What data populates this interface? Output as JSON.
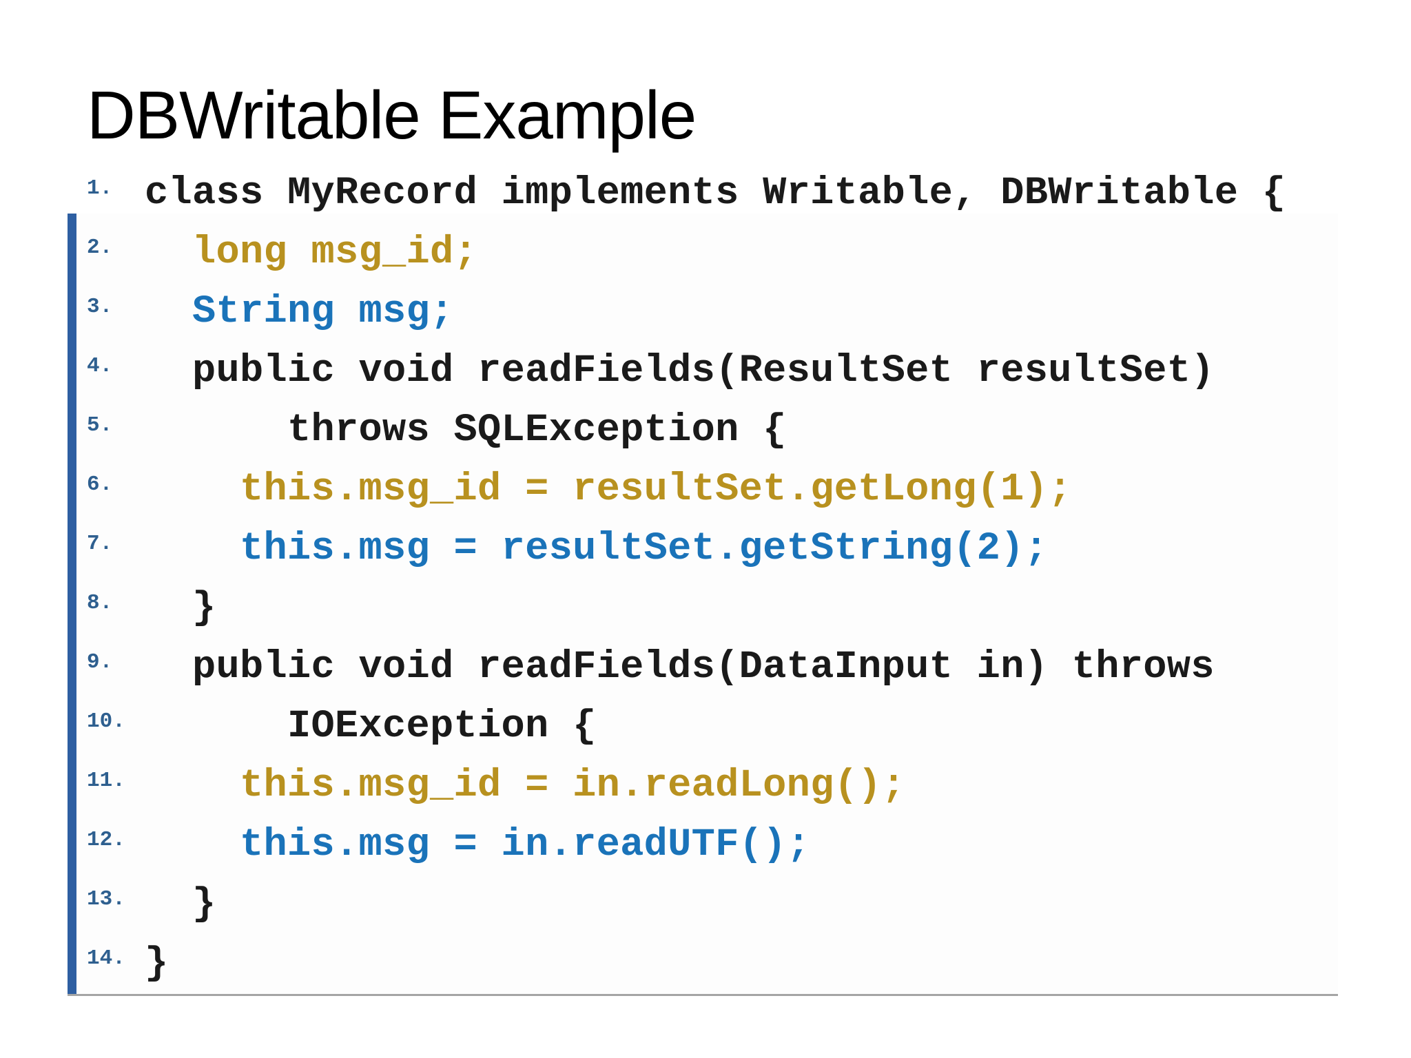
{
  "slide": {
    "title": "DBWritable Example"
  },
  "colors": {
    "default_code": "#1a1a1a",
    "long_field_highlight": "#b8911f",
    "string_field_highlight": "#1a73b9",
    "line_number": "#2e5f8f",
    "left_bar": "#2e5fa2"
  },
  "code": {
    "lines": [
      {
        "number": "1.",
        "text": "class MyRecord implements Writable, DBWritable {",
        "color": "black"
      },
      {
        "number": "2.",
        "text": "long msg_id;",
        "color": "gold"
      },
      {
        "number": "3.",
        "text": "String msg;",
        "color": "blue"
      },
      {
        "number": "4.",
        "text": "public void readFields(ResultSet resultSet)",
        "color": "black"
      },
      {
        "number": "5.",
        "text": "throws SQLException {",
        "color": "black"
      },
      {
        "number": "6.",
        "text": "this.msg_id = resultSet.getLong(1);",
        "color": "gold"
      },
      {
        "number": "7.",
        "text": "this.msg = resultSet.getString(2);",
        "color": "blue"
      },
      {
        "number": "8.",
        "text": "}",
        "color": "black"
      },
      {
        "number": "9.",
        "text": "public void readFields(DataInput in) throws",
        "color": "black"
      },
      {
        "number": "10.",
        "text": "IOException {",
        "color": "black"
      },
      {
        "number": "11.",
        "text": "this.msg_id = in.readLong();",
        "color": "gold"
      },
      {
        "number": "12.",
        "text": "this.msg = in.readUTF();",
        "color": "blue"
      },
      {
        "number": "13.",
        "text": "}",
        "color": "black"
      },
      {
        "number": "14.",
        "text": "}",
        "color": "black"
      }
    ]
  }
}
